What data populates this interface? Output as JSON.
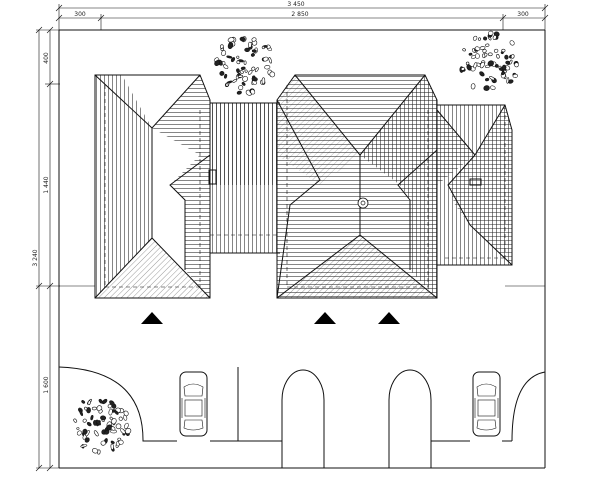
{
  "dimensions": {
    "top_total": "3 450",
    "top_left": "300",
    "top_middle": "2 850",
    "top_right": "300",
    "left_top": "400",
    "left_middle": "1 440",
    "left_overall": "3 240",
    "left_bottom": "1 600"
  },
  "symbols": {
    "entrance_markers": 3,
    "cars": 2,
    "trees": 3,
    "vent_icon": "vent-circle-icon",
    "skylight_icon": "skylight-icon"
  }
}
